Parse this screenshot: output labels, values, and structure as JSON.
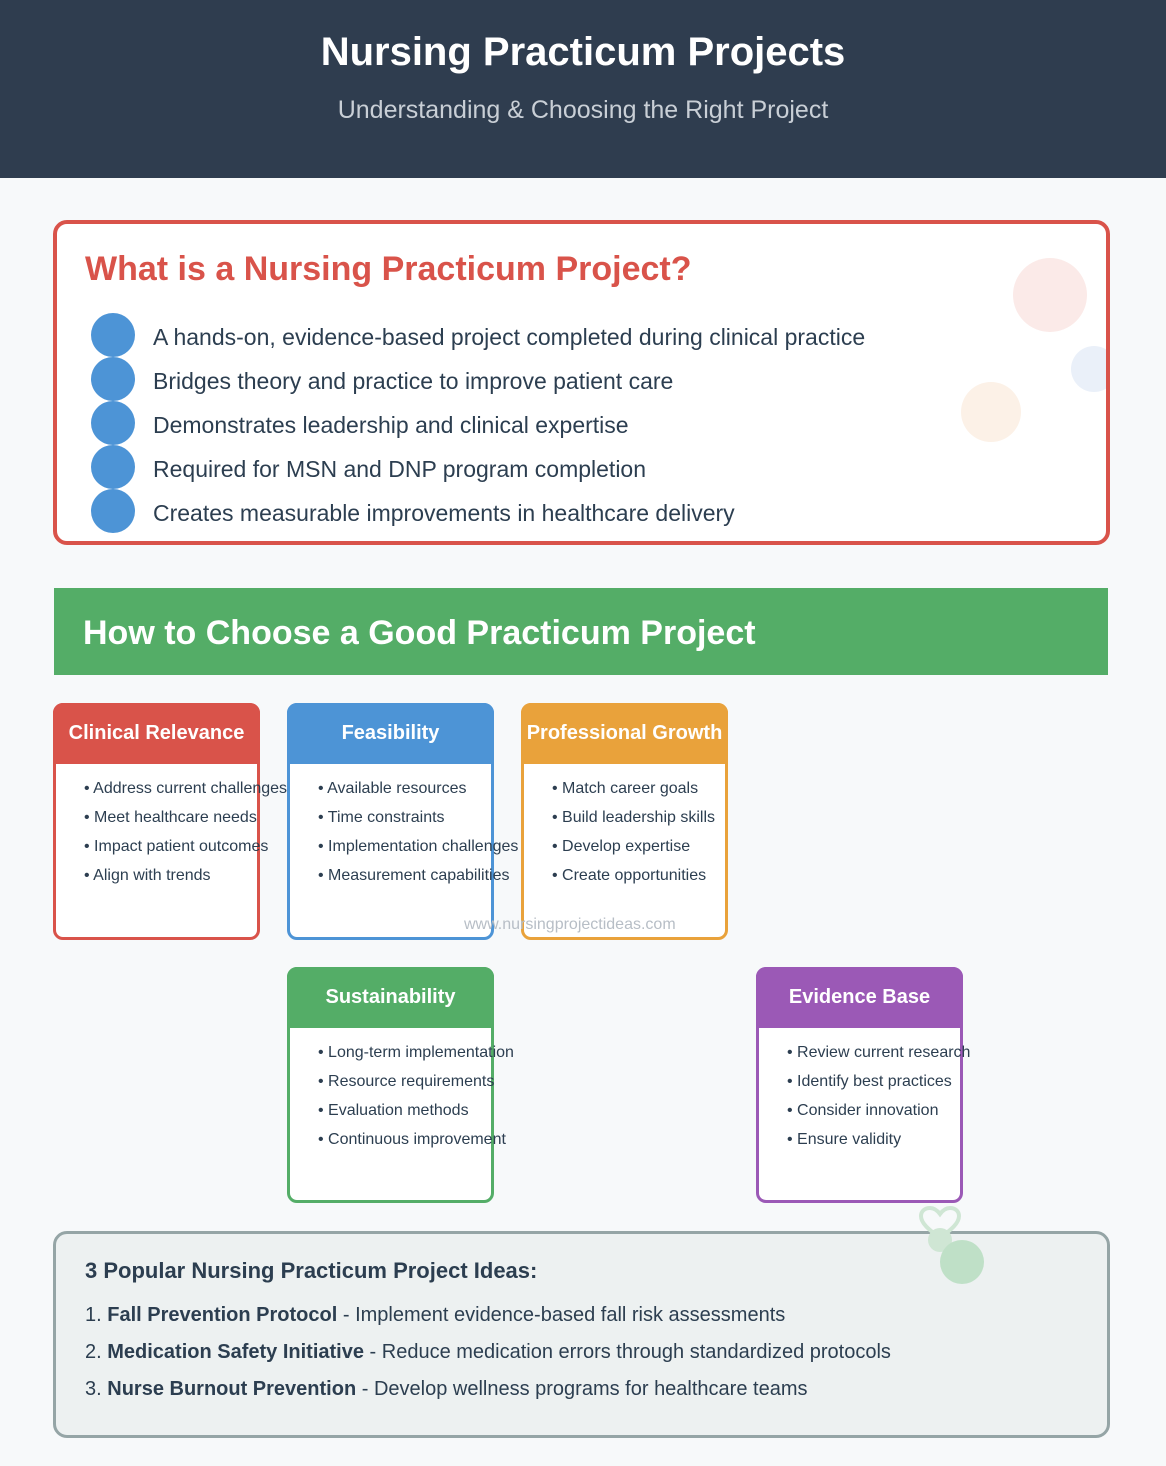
{
  "header": {
    "title": "Nursing Practicum Projects",
    "subtitle": "Understanding & Choosing the Right Project"
  },
  "what": {
    "title": "What is a Nursing Practicum Project?",
    "points": [
      "A hands-on, evidence-based project completed during clinical practice",
      "Bridges theory and practice to improve patient care",
      "Demonstrates leadership and clinical expertise",
      "Required for MSN and DNP program completion",
      "Creates measurable improvements in healthcare delivery"
    ]
  },
  "choose": {
    "title": "How to Choose a Good Practicum Project"
  },
  "cards": [
    {
      "title": "Clinical Relevance",
      "color": "#d9534a",
      "items": [
        "• Address current challenges",
        "• Meet healthcare needs",
        "• Impact patient outcomes",
        "• Align with trends"
      ]
    },
    {
      "title": "Feasibility",
      "color": "#4d94d6",
      "items": [
        "• Available resources",
        "• Time constraints",
        "• Implementation challenges",
        "• Measurement capabilities"
      ]
    },
    {
      "title": "Professional Growth",
      "color": "#e9a23b",
      "items": [
        "• Match career goals",
        "• Build leadership skills",
        "• Develop expertise",
        "• Create opportunities"
      ]
    },
    {
      "title": "Sustainability",
      "color": "#54ad67",
      "items": [
        "• Long-term implementation",
        "• Resource requirements",
        "• Evaluation methods",
        "• Continuous improvement"
      ]
    },
    {
      "title": "Evidence Base",
      "color": "#9b59b6",
      "items": [
        "• Review current research",
        "• Identify best practices",
        "• Consider innovation",
        "• Ensure validity"
      ]
    }
  ],
  "watermark": "www.nursingprojectideas.com",
  "ideas": {
    "title": "3 Popular Nursing Practicum Project Ideas:",
    "list": [
      {
        "num": "1.",
        "name": "Fall Prevention Protocol",
        "desc": " - Implement evidence-based fall risk assessments"
      },
      {
        "num": "2.",
        "name": "Medication Safety Initiative",
        "desc": " - Reduce medication errors through standardized protocols"
      },
      {
        "num": "3.",
        "name": "Nurse Burnout Prevention",
        "desc": " - Develop wellness programs for healthcare teams"
      }
    ]
  },
  "icons": [
    "heart-icon"
  ]
}
